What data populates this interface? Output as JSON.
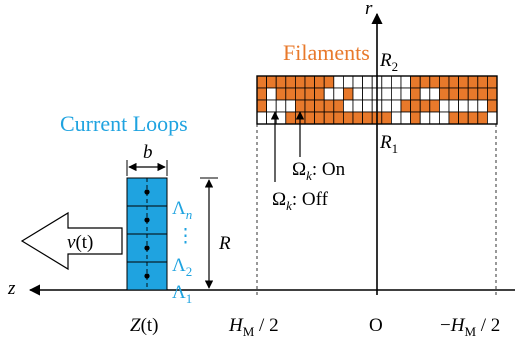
{
  "colors": {
    "filament_on": "#E8792B",
    "filament_off": "#FFFFFF",
    "loop_fill": "#1FA3E0",
    "loop_label": "#1FA3E0",
    "filament_label": "#E8792B",
    "ink": "#000000"
  },
  "labels": {
    "filaments": "Filaments",
    "current_loops": "Current Loops",
    "r_axis": "r",
    "z_axis": "z",
    "R2": "R",
    "R2_sub": "2",
    "R1": "R",
    "R1_sub": "1",
    "omega_on": "Ω",
    "omega_on_sub": "k",
    "omega_on_text": ": On",
    "omega_off": "Ω",
    "omega_off_sub": "k",
    "omega_off_text": ": Off",
    "b": "b",
    "R": "R",
    "velocity_v": "v",
    "velocity_t": "(t)",
    "lambda_n": "Λ",
    "lambda_n_sub": "n",
    "lambda_dots": "⋮",
    "lambda_2": "Λ",
    "lambda_2_sub": "2",
    "lambda_1": "Λ",
    "lambda_1_sub": "1",
    "tick_Z": "Z",
    "tick_Z_t": "(t)",
    "tick_HM_left": "H",
    "tick_HM_left_sub": "M",
    "tick_HM_left_div": " / 2",
    "tick_O": "O",
    "tick_HM_right_minus": "−",
    "tick_HM_right": "H",
    "tick_HM_right_sub": "M",
    "tick_HM_right_div": " / 2"
  },
  "filament_grid": [
    [
      1,
      1,
      1,
      1,
      1,
      1,
      1,
      1,
      0,
      0,
      0,
      0,
      0,
      0,
      0,
      0,
      1,
      1,
      1,
      1,
      1,
      1,
      1,
      1,
      1
    ],
    [
      1,
      0,
      1,
      1,
      1,
      1,
      1,
      0,
      0,
      1,
      0,
      0,
      0,
      0,
      0,
      0,
      1,
      0,
      0,
      1,
      1,
      1,
      1,
      1,
      1
    ],
    [
      1,
      0,
      0,
      0,
      1,
      1,
      1,
      1,
      1,
      0,
      0,
      0,
      0,
      0,
      0,
      1,
      1,
      1,
      1,
      0,
      0,
      0,
      0,
      0,
      1
    ],
    [
      0,
      0,
      0,
      1,
      1,
      1,
      1,
      1,
      1,
      1,
      1,
      1,
      1,
      1,
      0,
      0,
      1,
      0,
      0,
      0,
      1,
      1,
      1,
      1,
      0
    ]
  ]
}
